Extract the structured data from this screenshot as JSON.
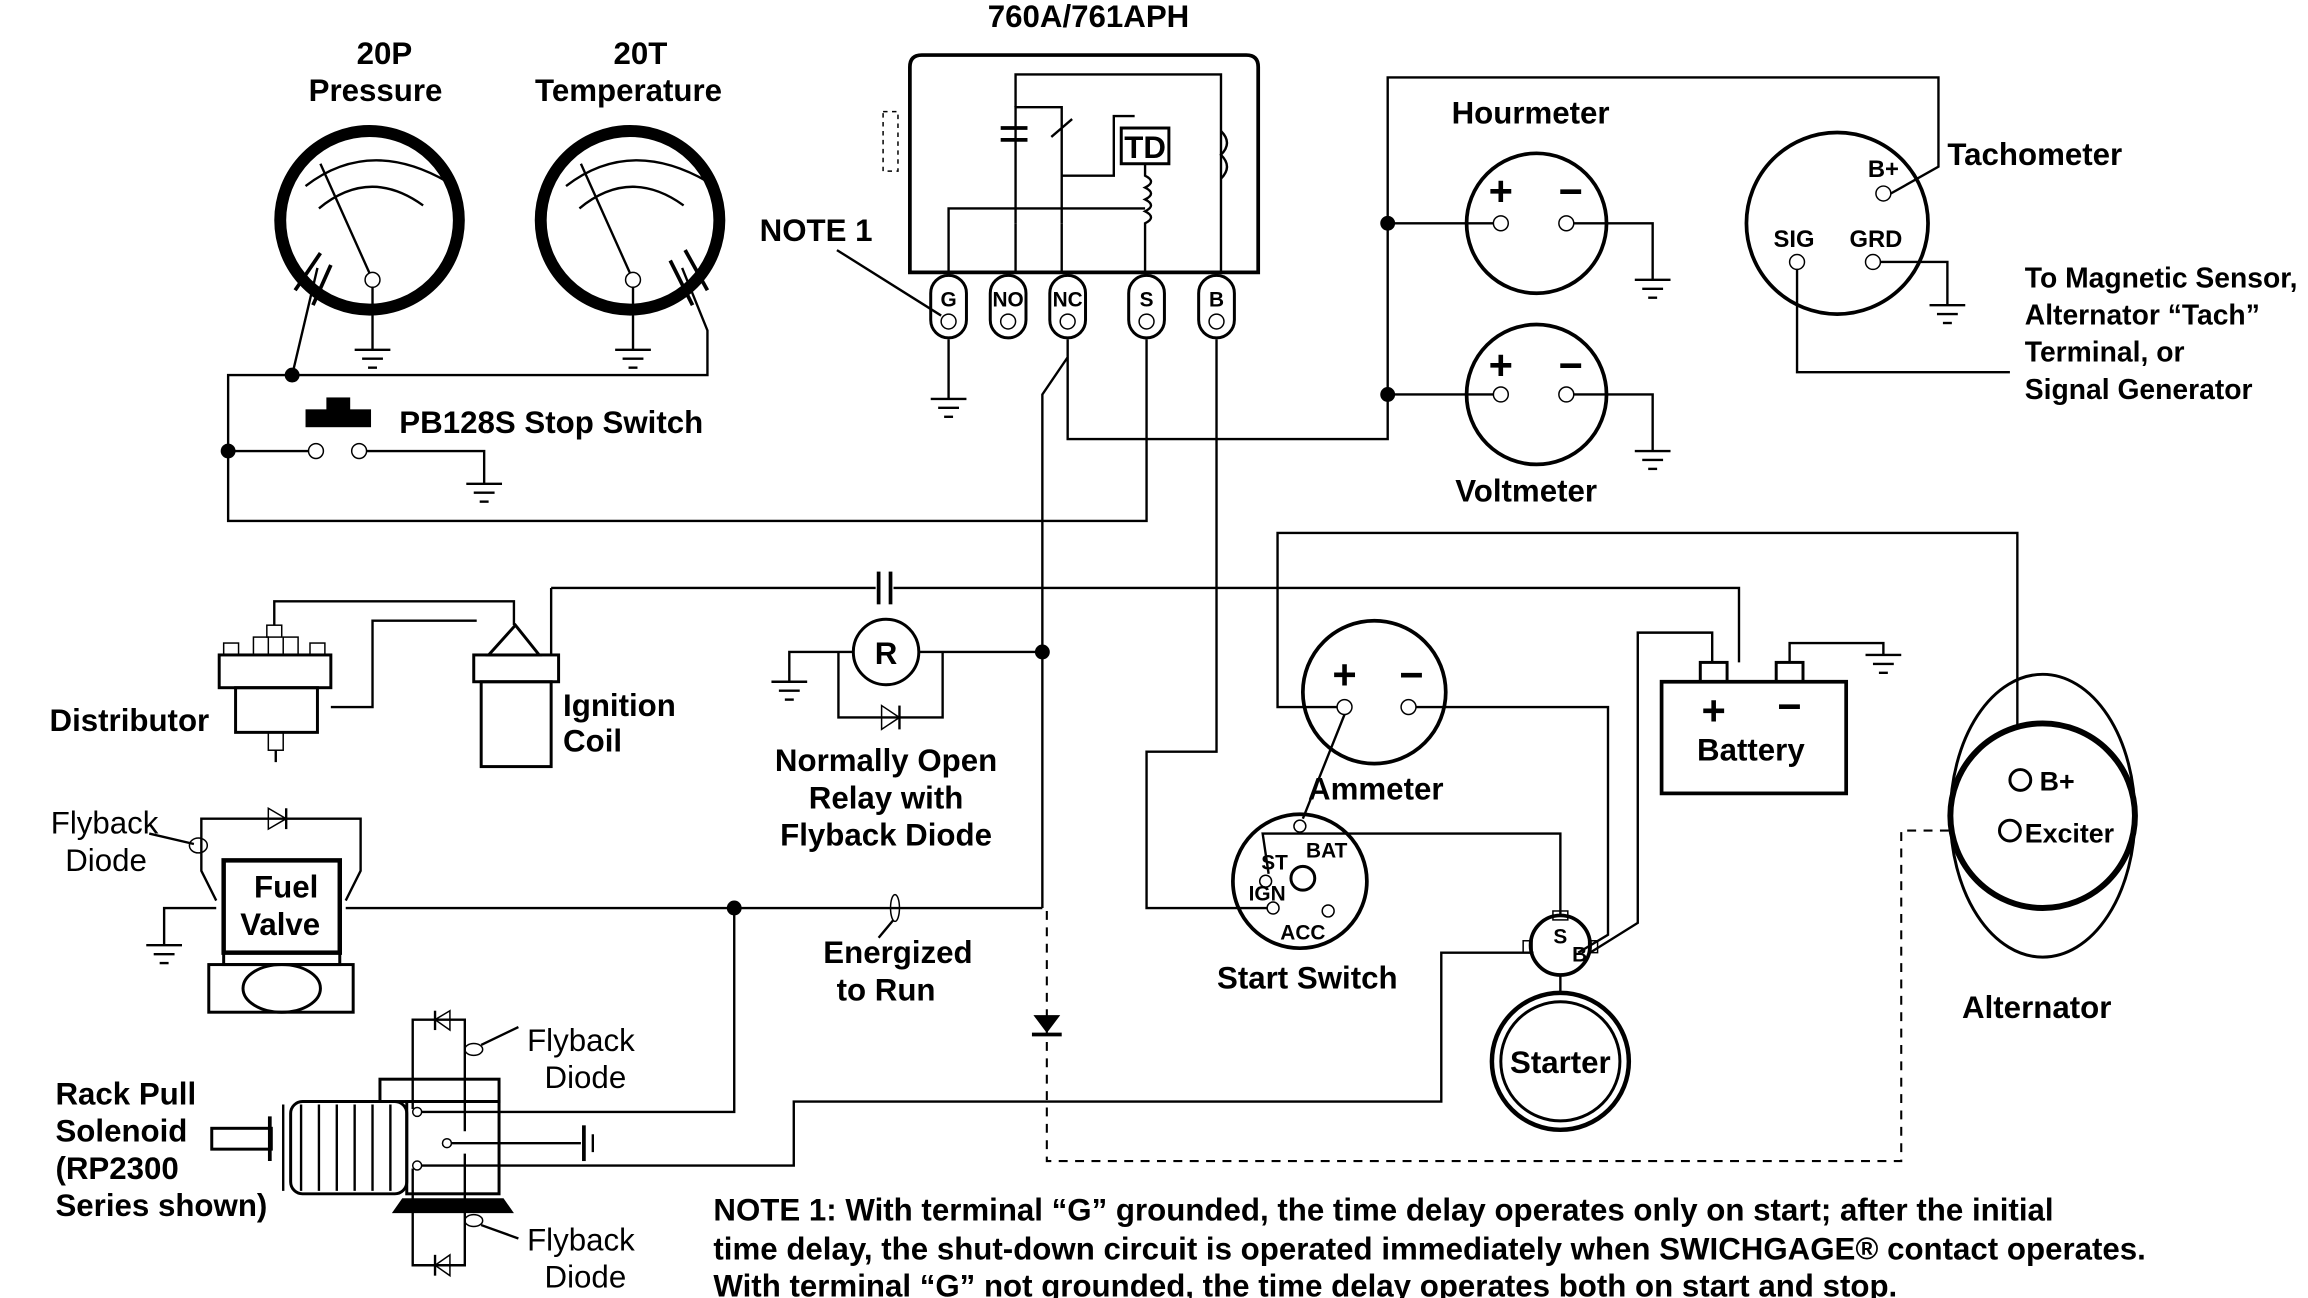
{
  "gauges": {
    "pressure": {
      "model": "20P",
      "label": "Pressure"
    },
    "temperature": {
      "model": "20T",
      "label": "Temperature"
    }
  },
  "relay_box": {
    "title": "760A/761APH",
    "td_label": "TD",
    "terminals": [
      "G",
      "NO",
      "NC",
      "S",
      "B"
    ],
    "note_ref": "NOTE 1"
  },
  "stop_switch": {
    "label": "PB128S Stop Switch"
  },
  "hourmeter": {
    "label": "Hourmeter",
    "plus": "+",
    "minus": "−"
  },
  "voltmeter": {
    "label": "Voltmeter",
    "plus": "+",
    "minus": "−"
  },
  "tachometer": {
    "label": "Tachometer",
    "bplus": "B+",
    "sig": "SIG",
    "grd": "GRD",
    "note_lines": [
      "To Magnetic Sensor,",
      "Alternator “Tach”",
      "Terminal, or",
      "Signal Generator"
    ]
  },
  "distributor": {
    "label": "Distributor"
  },
  "ignition_coil": {
    "lines": [
      "Ignition",
      "Coil"
    ]
  },
  "relay_r": {
    "symbol": "R",
    "lines": [
      "Normally Open",
      "Relay with",
      "Flyback Diode"
    ]
  },
  "fuel_valve": {
    "lines": [
      "Fuel",
      "Valve"
    ],
    "diode_lines": [
      "Flyback",
      "Diode"
    ]
  },
  "energized": {
    "lines": [
      "Energized",
      "to Run"
    ]
  },
  "ammeter": {
    "label": "Ammeter",
    "plus": "+",
    "minus": "−"
  },
  "battery": {
    "label": "Battery",
    "plus": "+",
    "minus": "−"
  },
  "start_switch": {
    "label": "Start Switch",
    "st": "ST",
    "bat": "BAT",
    "ign": "IGN",
    "acc": "ACC"
  },
  "starter": {
    "label": "Starter",
    "s": "S",
    "b": "B"
  },
  "alternator": {
    "label": "Alternator",
    "bplus": "B+",
    "exciter": "Exciter"
  },
  "rack_pull": {
    "lines": [
      "Rack Pull",
      "Solenoid",
      "(RP2300",
      "Series shown)"
    ],
    "diode_top": [
      "Flyback",
      "Diode"
    ],
    "diode_bottom": [
      "Flyback",
      "Diode"
    ]
  },
  "note": {
    "lines": [
      "NOTE 1: With terminal “G” grounded, the time delay operates only on start; after the initial",
      "time delay, the shut-down circuit is operated immediately when SWICHGAGE® contact operates.",
      "With terminal “G” not grounded, the time delay operates both on start and stop."
    ]
  }
}
